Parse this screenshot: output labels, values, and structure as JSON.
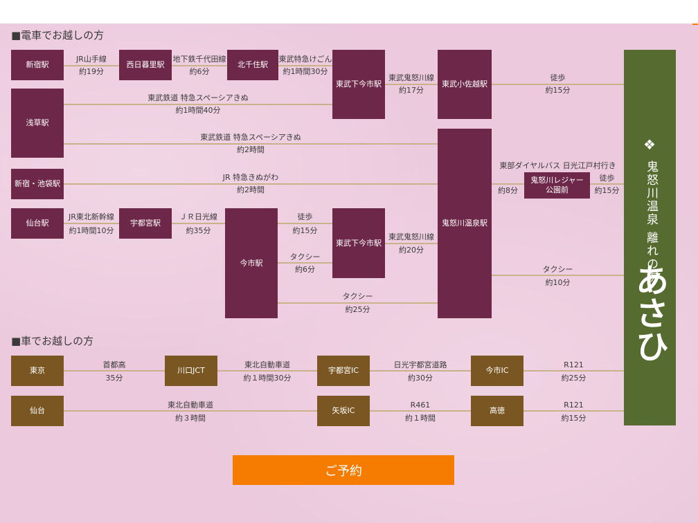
{
  "sections": {
    "train": "■電車でお越しの方",
    "car": "■車でお越しの方"
  },
  "destination": {
    "name_vertical": "鬼怒川温泉 離れの湯",
    "brand": "あさひ"
  },
  "reserve_label": "ご予約",
  "stations": {
    "shinjuku": "新宿駅",
    "nishinippori": "西日暮里駅",
    "kitasenju": "北千住駅",
    "tobushimoimaichi_1": "東武下今市駅",
    "tobukosagoe": "東武小佐越駅",
    "asakusa": "浅草駅",
    "shinjuku_ikebukuro": "新宿・池袋駅",
    "sendai_st": "仙台駅",
    "utsunomiya_st": "宇都宮駅",
    "imaichi_st": "今市駅",
    "tobushimoimaichi_2": "東武下今市駅",
    "kinugawaonsen": "鬼怒川温泉駅",
    "kinugawa_leisure": "鬼怒川レジャー\n公園前"
  },
  "train_labels": {
    "jr_yamanote": "JR山手線",
    "t19": "約19分",
    "chiyoda": "地下鉄千代田線",
    "t6": "約6分",
    "tobu_tokkyu": "東武特急けごん",
    "t130": "約1時間30分",
    "kinugawa_line_1": "東武鬼怒川線",
    "t17": "約17分",
    "walk_1": "徒歩",
    "t15_1": "約15分",
    "spacia_1": "東武鉄道 特急スペーシアきぬ",
    "t140": "約1時間40分",
    "spacia_2": "東武鉄道 特急スペーシアきぬ",
    "t2h_1": "約2時間",
    "bus": "東部ダイヤルバス 日光江戸村行き",
    "t8": "約8分",
    "walk_2": "徒歩",
    "t15_2": "約15分",
    "kinugawa_ltd": "JR 特急きぬがわ",
    "t2h_2": "約2時間",
    "tohoku_shinkansen": "JR東北新幹線",
    "t110": "約1時間10分",
    "nikko_line": "ＪＲ日光線",
    "t35": "約35分",
    "walk_3": "徒歩",
    "t15_3": "約15分",
    "taxi_1": "タクシー",
    "t6b": "約6分",
    "kinugawa_line_2": "東武鬼怒川線",
    "t20": "約20分",
    "taxi_2": "タクシー",
    "t25": "約25分",
    "taxi_3": "タクシー",
    "t10": "約10分"
  },
  "car_nodes": {
    "tokyo": "東京",
    "kawaguchi": "川口JCT",
    "utsunomiya_ic": "宇都宮IC",
    "imaichi_ic": "今市IC",
    "sendai": "仙台",
    "yaita_ic": "矢坂IC",
    "takatoku": "高徳"
  },
  "car_labels": {
    "shutoko": "首都高",
    "t35": "35分",
    "tohoku_exp_1": "東北自動車道",
    "t130": "約１時間30分",
    "nikko_utsunomiya": "日光宇都宮道路",
    "t30": "約30分",
    "r121_1": "R121",
    "t25": "約25分",
    "tohoku_exp_2": "東北自動車道",
    "t3h": "約３時間",
    "r461": "R461",
    "t1h": "約１時間",
    "r121_2": "R121",
    "t15": "約15分"
  },
  "colors": {
    "train": "#6d2748",
    "car": "#7a5722",
    "destination": "#556b2f",
    "reserve": "#f57c00",
    "line": "#c9b18a"
  }
}
